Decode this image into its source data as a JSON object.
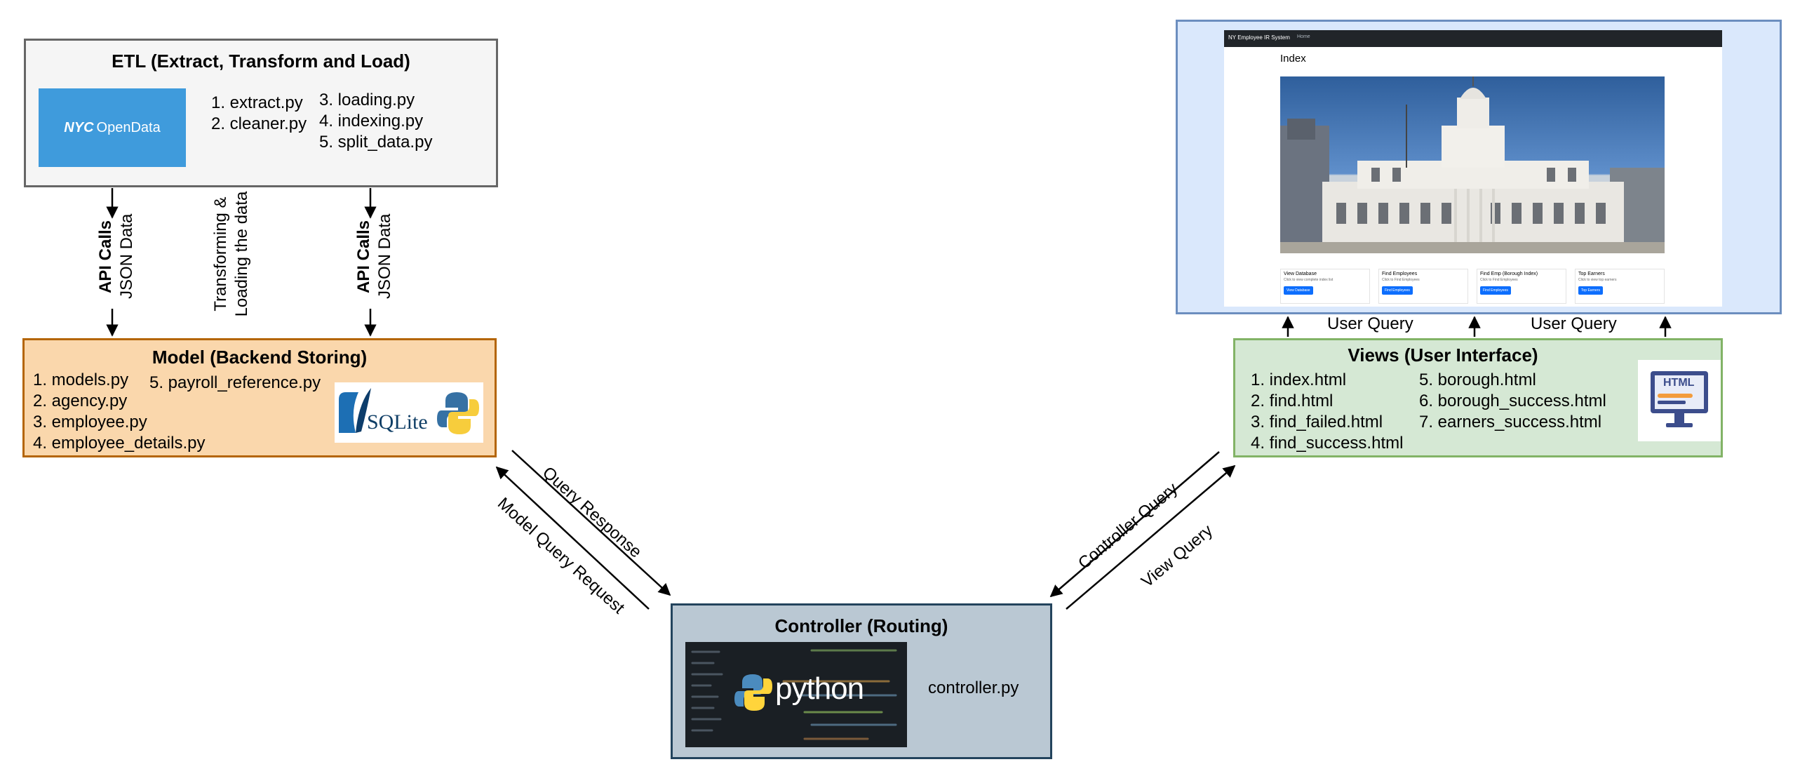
{
  "etl": {
    "title": "ETL (Extract, Transform and Load)",
    "logo_text_a": "NYC",
    "logo_text_b": "OpenData",
    "files_col1": [
      "1. extract.py",
      "2. cleaner.py"
    ],
    "files_col2": [
      "3. loading.py",
      "4. indexing.py",
      "5. split_data.py"
    ]
  },
  "model": {
    "title": "Model (Backend Storing)",
    "files_col1": [
      "1. models.py",
      "2. agency.py",
      "3. employee.py",
      "4. employee_details.py"
    ],
    "files_col2": [
      "5. payroll_reference.py"
    ],
    "logo_text": "SQLite"
  },
  "etl_links": {
    "left_bold": "API Calls",
    "left_sub": "JSON Data",
    "mid_line1": "Transforming &",
    "mid_line2": "Loading the data",
    "right_bold": "API Calls",
    "right_sub": "JSON Data"
  },
  "controller": {
    "title": "Controller (Routing)",
    "logo_text": "python",
    "file": "controller.py"
  },
  "views": {
    "title": "Views (User Interface)",
    "files_col1": [
      "1. index.html",
      "2. find.html",
      "3. find_failed.html",
      "4. find_success.html"
    ],
    "files_col2": [
      "5. borough.html",
      "6. borough_success.html",
      "7. earners_success.html"
    ],
    "icon_text": "HTML"
  },
  "user_query": {
    "left": "User Query",
    "right": "User Query"
  },
  "edges": {
    "query_response": "Query Response",
    "model_query_request": "Model Query Request",
    "controller_query": "Controller Query",
    "view_query": "View Query"
  },
  "screenshot": {
    "navbar_brand": "NY Employee IR System",
    "navbar_link": "Home",
    "heading": "Index",
    "cards": [
      {
        "title": "View Database",
        "text": "Click to view complete index list",
        "button": "View Database"
      },
      {
        "title": "Find Employees",
        "text": "Click to Find Employees",
        "button": "Find Employees"
      },
      {
        "title": "Find Emp (Borough Index)",
        "text": "Click to Find Employees",
        "button": "Find Employees"
      },
      {
        "title": "Top Earners",
        "text": "Click to view top earners",
        "button": "Top Earners"
      }
    ]
  },
  "colors": {
    "etl_fill": "#f5f5f5",
    "etl_border": "#666666",
    "model_fill": "#fad7ac",
    "model_border": "#b46504",
    "controller_fill": "#bac8d3",
    "controller_border": "#23445d",
    "views_fill": "#d5e8d4",
    "views_border": "#82b366",
    "ui_fill": "#dae8fc",
    "ui_border": "#6c8ebf"
  }
}
